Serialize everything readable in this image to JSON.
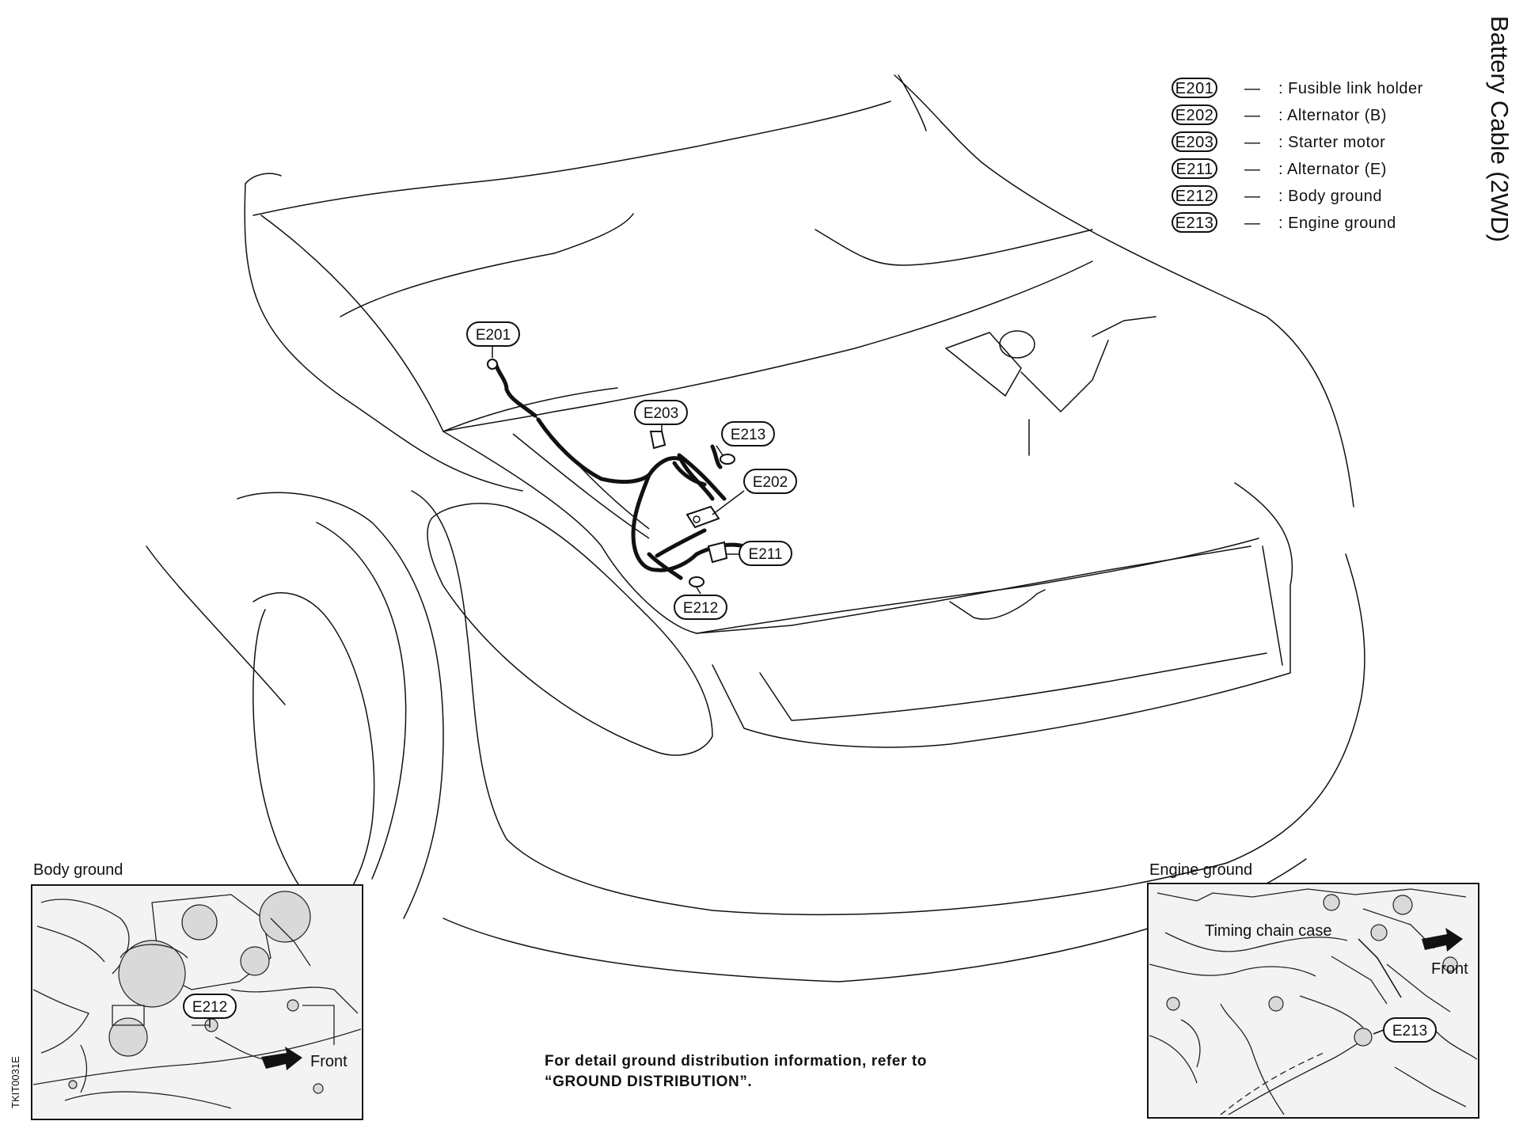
{
  "title": "Battery Cable (2WD)",
  "legend": [
    {
      "code": "E201",
      "dash": "—",
      "desc": ": Fusible link holder"
    },
    {
      "code": "E202",
      "dash": "—",
      "desc": ": Alternator (B)"
    },
    {
      "code": "E203",
      "dash": "—",
      "desc": ": Starter motor"
    },
    {
      "code": "E211",
      "dash": "—",
      "desc": ": Alternator (E)"
    },
    {
      "code": "E212",
      "dash": "—",
      "desc": ": Body ground"
    },
    {
      "code": "E213",
      "dash": "—",
      "desc": ": Engine ground"
    }
  ],
  "callouts": {
    "e201": "E201",
    "e203": "E203",
    "e213": "E213",
    "e202": "E202",
    "e211": "E211",
    "e212": "E212"
  },
  "body_ground_panel": {
    "caption": "Body ground",
    "callout": "E212",
    "front_label": "Front"
  },
  "engine_ground_panel": {
    "caption": "Engine ground",
    "part_label": "Timing chain case",
    "callout": "E213",
    "front_label": "Front"
  },
  "note": {
    "line1": "For detail ground distribution information, refer to",
    "line2": "“GROUND DISTRIBUTION”."
  },
  "figure_code": "TKIT0031E"
}
